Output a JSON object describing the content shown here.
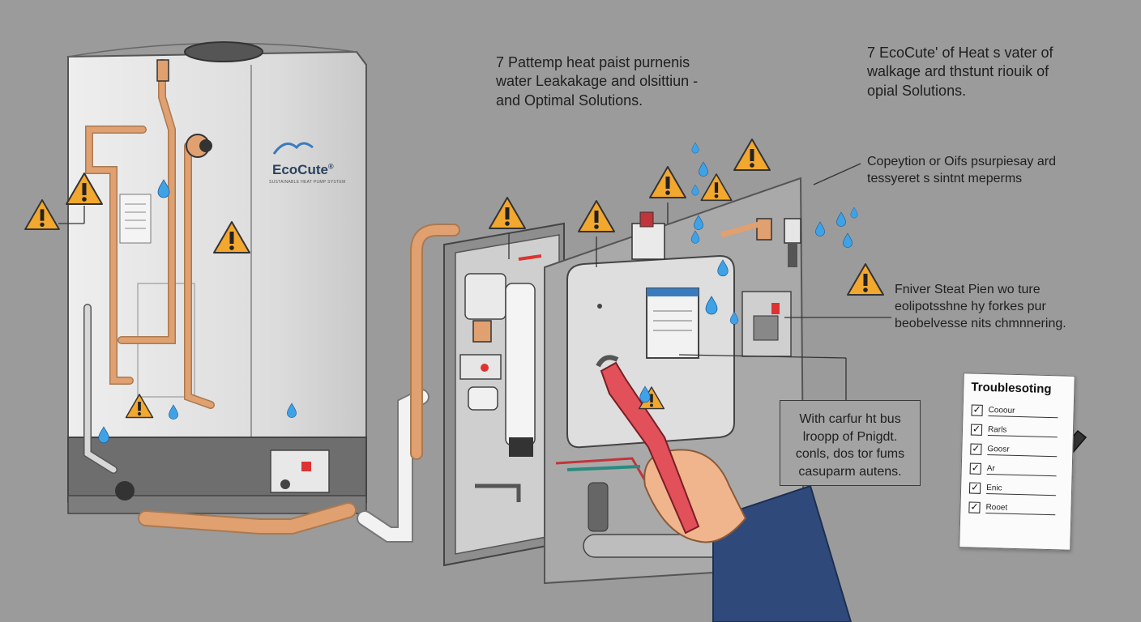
{
  "brand": {
    "name": "EcoCute",
    "trademark": "®",
    "subtitle": "SUSTAINABLE HEAT PUMP SYSTEM"
  },
  "callouts": {
    "title_center": [
      "7 Pattemp heat paist purnenis",
      "water Leakakage and olsittiun -",
      "and Optimal Solutions."
    ],
    "title_right": [
      "7 EcoCute' of Heat s vater of",
      "walkage ard thstunt riouik of",
      "opial Solutions."
    ],
    "note_right": [
      "Copeytion or Oifs psurpiesay ard",
      "tessyeret s sintnt meperms"
    ],
    "note_middle": [
      "Fniver Steat Pien wo ture",
      "eolipotsshne hy forkes pur",
      "beobelvesse nits chmnnering."
    ],
    "box": [
      "With carfur ht bus",
      "lroopp of Pnigdt.",
      "conls, dos tor fums",
      "casuparm autens."
    ]
  },
  "checklist": {
    "title": "Troublesoting",
    "items": [
      "Cooour",
      "Rarls",
      "Goosr",
      "Ar",
      "Enic",
      "Rooet"
    ]
  },
  "colors": {
    "background": "#9b9b9b",
    "warning": "#f2a72e",
    "pipe_copper": "#e0a070",
    "water": "#3fa2e6",
    "wrench": "#e2505a",
    "sleeve": "#2f4a7a",
    "panel": "#d6d6d6"
  }
}
